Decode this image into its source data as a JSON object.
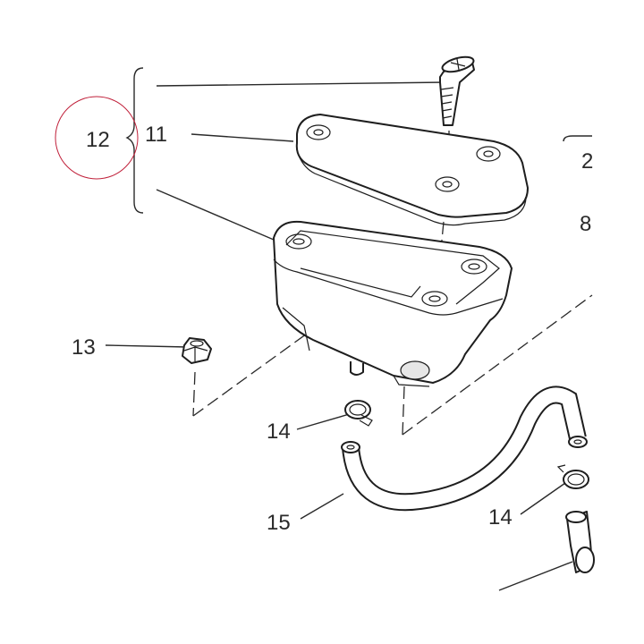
{
  "callouts": {
    "c11": "11",
    "c12": "12",
    "c13": "13",
    "c14a": "14",
    "c14b": "14",
    "c15": "15",
    "c2": "2",
    "c8": "8"
  },
  "highlight_color": "#c0203a"
}
